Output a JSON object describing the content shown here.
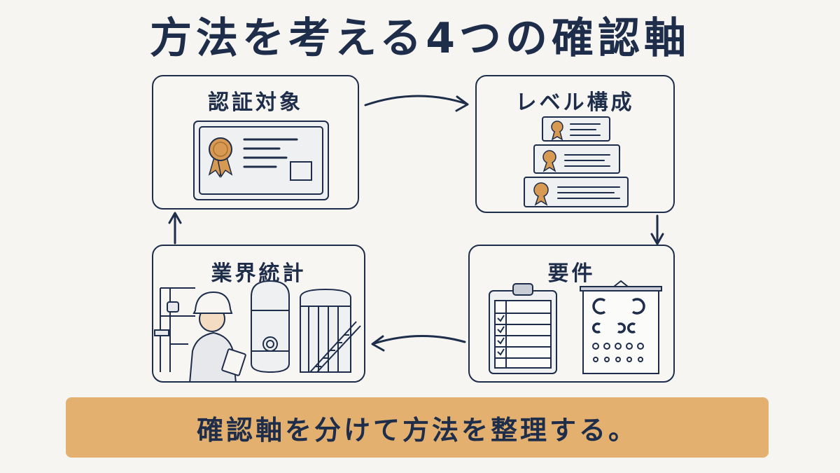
{
  "title": "方法を考える4つの確認軸",
  "cards": {
    "target": {
      "title": "認証対象"
    },
    "levels": {
      "title": "レベル構成"
    },
    "requirements": {
      "title": "要件"
    },
    "statistics": {
      "title": "業界統計"
    }
  },
  "banner": {
    "text": "確認軸を分けて方法を整理する。"
  },
  "colors": {
    "navy": "#1e2d4a",
    "accent": "#e3b06f",
    "medal": "#d89a52",
    "background": "#f6f5f1"
  }
}
